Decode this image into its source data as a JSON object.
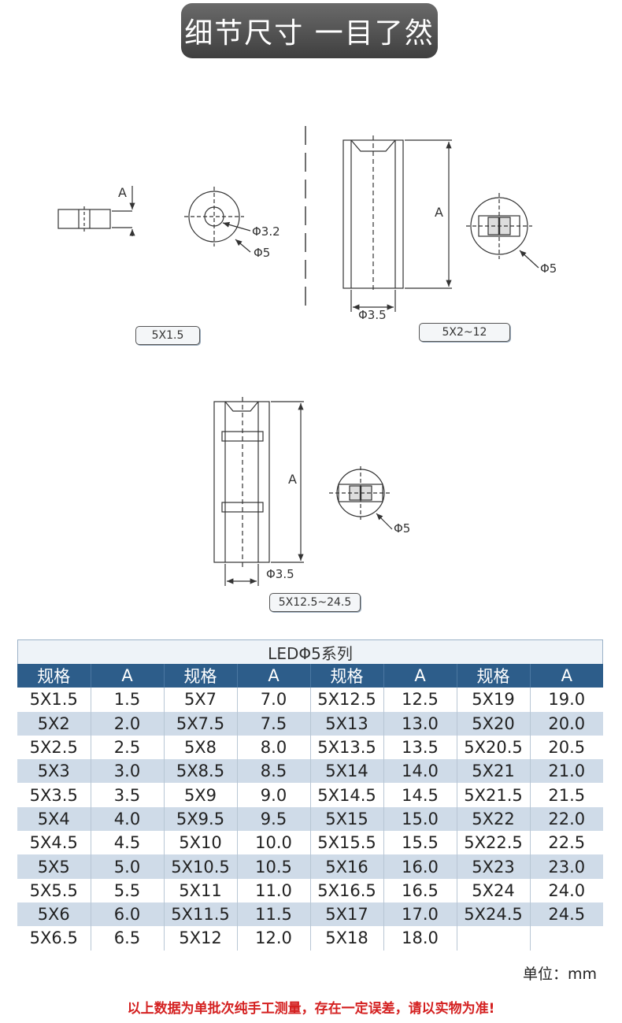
{
  "header": {
    "title": "细节尺寸 一目了然"
  },
  "drawings": {
    "label_a": "A",
    "phi_3_2": "Φ3.2",
    "phi_5": "Φ5",
    "phi_3_5": "Φ3.5",
    "tag_small": "5X1.5",
    "tag_medium": "5X2~12",
    "tag_large": "5X12.5~24.5"
  },
  "table": {
    "caption": "LEDΦ5系列",
    "headers": [
      "规格",
      "A",
      "规格",
      "A",
      "规格",
      "A",
      "规格",
      "A"
    ],
    "rows": [
      [
        "5X1.5",
        "1.5",
        "5X7",
        "7.0",
        "5X12.5",
        "12.5",
        "5X19",
        "19.0"
      ],
      [
        "5X2",
        "2.0",
        "5X7.5",
        "7.5",
        "5X13",
        "13.0",
        "5X20",
        "20.0"
      ],
      [
        "5X2.5",
        "2.5",
        "5X8",
        "8.0",
        "5X13.5",
        "13.5",
        "5X20.5",
        "20.5"
      ],
      [
        "5X3",
        "3.0",
        "5X8.5",
        "8.5",
        "5X14",
        "14.0",
        "5X21",
        "21.0"
      ],
      [
        "5X3.5",
        "3.5",
        "5X9",
        "9.0",
        "5X14.5",
        "14.5",
        "5X21.5",
        "21.5"
      ],
      [
        "5X4",
        "4.0",
        "5X9.5",
        "9.5",
        "5X15",
        "15.0",
        "5X22",
        "22.0"
      ],
      [
        "5X4.5",
        "4.5",
        "5X10",
        "10.0",
        "5X15.5",
        "15.5",
        "5X22.5",
        "22.5"
      ],
      [
        "5X5",
        "5.0",
        "5X10.5",
        "10.5",
        "5X16",
        "16.0",
        "5X23",
        "23.0"
      ],
      [
        "5X5.5",
        "5.5",
        "5X11",
        "11.0",
        "5X16.5",
        "16.5",
        "5X24",
        "24.0"
      ],
      [
        "5X6",
        "6.0",
        "5X11.5",
        "11.5",
        "5X17",
        "17.0",
        "5X24.5",
        "24.5"
      ],
      [
        "5X6.5",
        "6.5",
        "5X12",
        "12.0",
        "5X18",
        "18.0",
        "",
        ""
      ]
    ]
  },
  "footer": {
    "unit": "单位：mm",
    "note": "以上数据为单批次纯手工测量，存在一定误差，请以实物为准!"
  }
}
